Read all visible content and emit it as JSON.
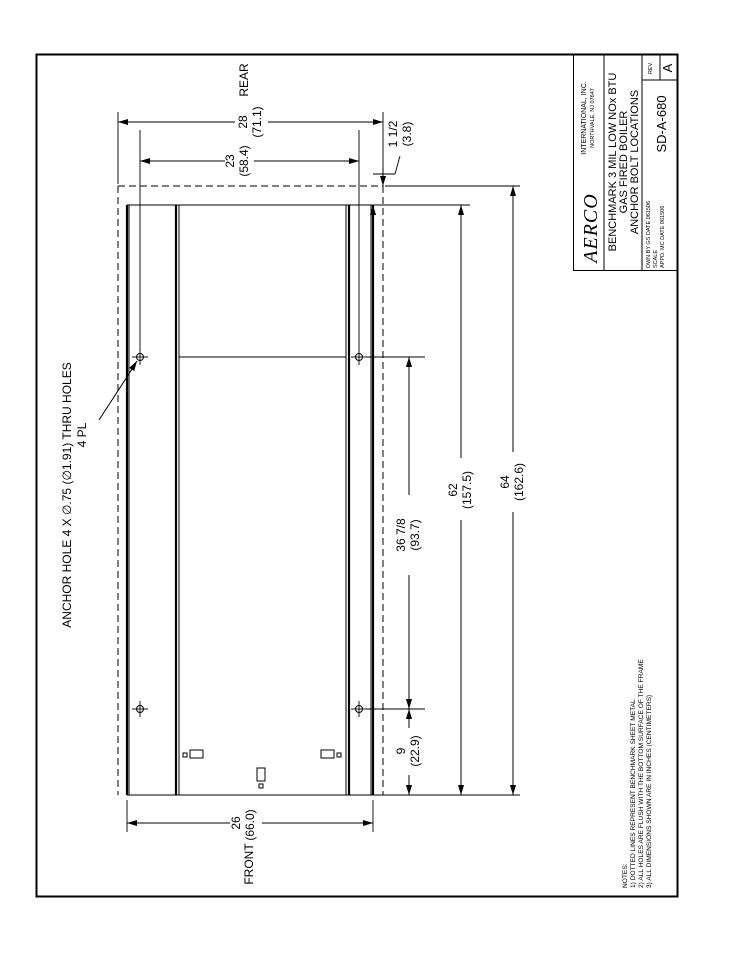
{
  "dimensions": {
    "rear_label": "REAR",
    "front_label": "FRONT",
    "w28_in": "28",
    "w28_cm": "(71.1)",
    "w23_in": "23",
    "w23_cm": "(58.4)",
    "w26_in": "26",
    "w26_cm": "(66.0)",
    "off_1_5_in": "1 1/2",
    "off_1_5_cm": "(3.8)",
    "l64_in": "64",
    "l64_cm": "(162.6)",
    "l62_in": "62",
    "l62_cm": "(157.5)",
    "l36_in": "36 7/8",
    "l36_cm": "(93.7)",
    "l9_in": "9",
    "l9_cm": "(22.9)"
  },
  "callout": {
    "line1": "ANCHOR HOLE 4 X ∅.75 (∅1.91) THRU HOLES",
    "line2": "4 PL"
  },
  "notes": {
    "heading": "NOTES:",
    "n1": "1) DOTTED LINES REPRESENT BENCHMARK SHEET METAL",
    "n2": "2) ALL HOLES ARE FLUSH WITH THE BOTTOM SURFACE OF THE FRAME",
    "n3": "3) ALL DIMENSIONS SHOWN ARE IN INCHES (CENTIMETERS)"
  },
  "title_block": {
    "logo": "AERCO",
    "company": "INTERNATIONAL, INC.",
    "location": "NORTHVALE, NJ   07647",
    "title1": "BENCHMARK 3 MIL LOW NOx BTU",
    "title2": "GAS FIRED BOILER",
    "title3": "ANCHOR BOLT LOCATIONS",
    "dwn": "DWN.BY  GS   DATE 061506",
    "scale": "SCALE",
    "appd": "APPD.   MC   DATE 061506",
    "drawing_number": "SD-A-680",
    "rev_label": "REV.",
    "rev_value": "A"
  }
}
